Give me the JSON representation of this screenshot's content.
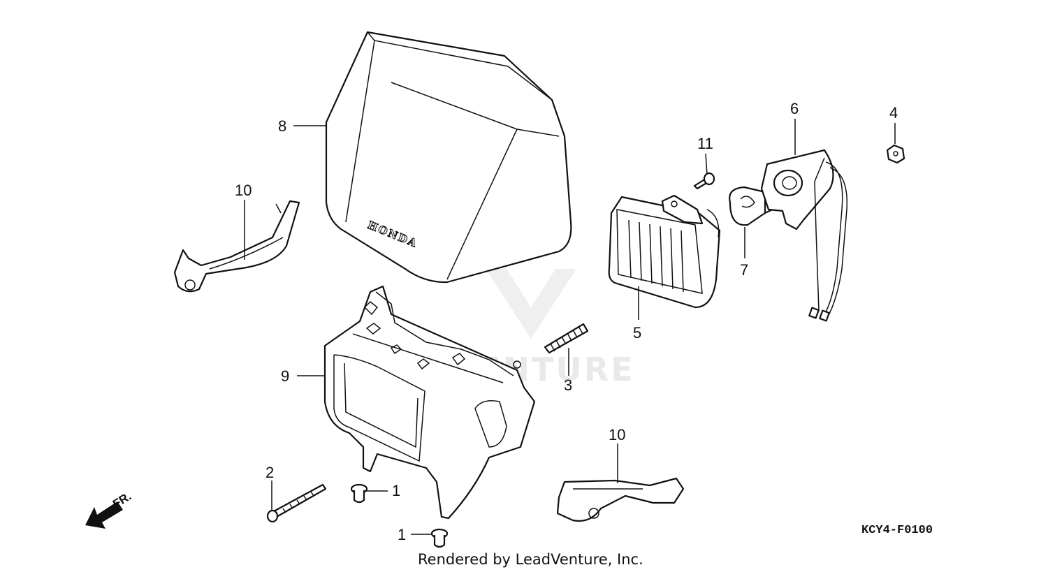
{
  "diagram": {
    "title": "",
    "callouts": [
      {
        "id": "c8",
        "label": "8"
      },
      {
        "id": "c10a",
        "label": "10"
      },
      {
        "id": "c10b",
        "label": "10"
      },
      {
        "id": "c9",
        "label": "9"
      },
      {
        "id": "c2",
        "label": "2"
      },
      {
        "id": "c1a",
        "label": "1"
      },
      {
        "id": "c1b",
        "label": "1"
      },
      {
        "id": "c3",
        "label": "3"
      },
      {
        "id": "c5",
        "label": "5"
      },
      {
        "id": "c11",
        "label": "11"
      },
      {
        "id": "c7",
        "label": "7"
      },
      {
        "id": "c6",
        "label": "6"
      },
      {
        "id": "c4",
        "label": "4"
      }
    ],
    "cowl_brand": "HONDA",
    "direction_label": "FR.",
    "diagram_code": "KCY4-F0100",
    "credit": "Rendered by LeadVenture, Inc.",
    "watermark": "LEADVENTURE"
  }
}
